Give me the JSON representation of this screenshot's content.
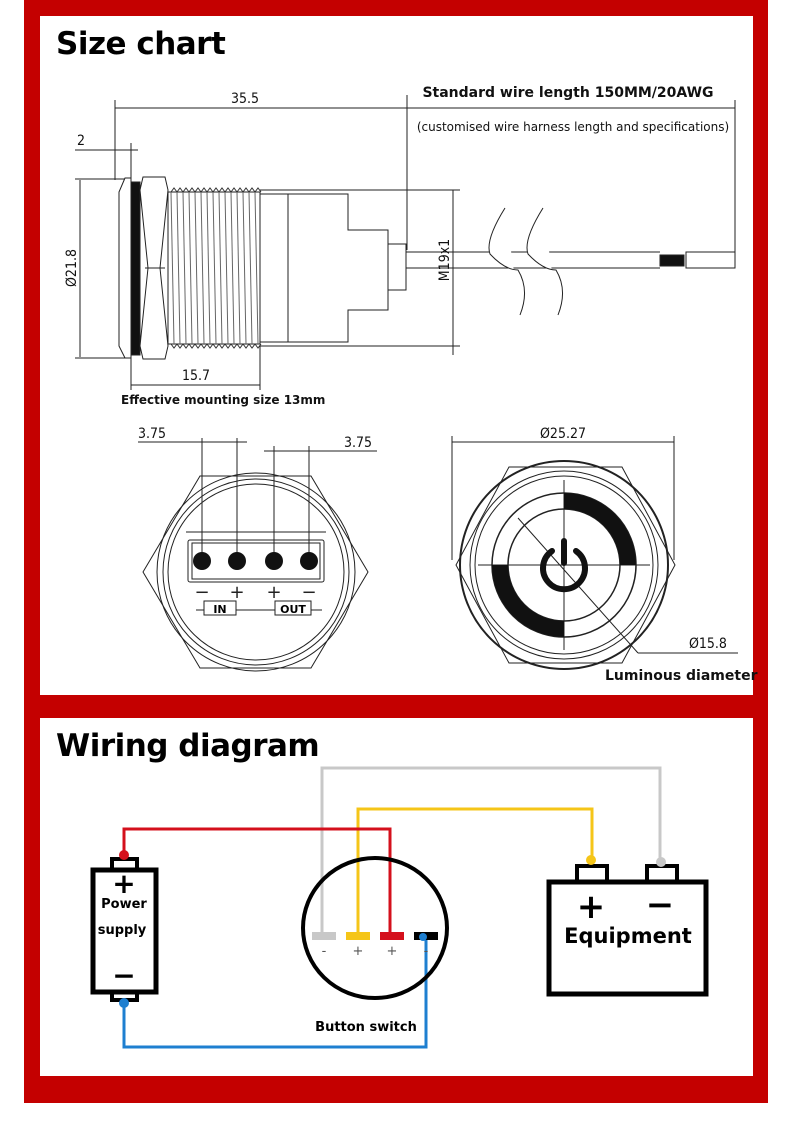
{
  "colors": {
    "frame": "#c40000",
    "wire_red": "#d4101c",
    "wire_yellow": "#f5c518",
    "wire_gray": "#c8c8c8",
    "wire_blue": "#1e7fd0",
    "terminal_black": "#000000"
  },
  "size_chart": {
    "title": "Size chart",
    "side_view": {
      "overall_length": "35.5",
      "bezel_thickness": "2",
      "head_diameter": "Ø21.8",
      "thread_length": "15.7",
      "thread_spec": "M19x1",
      "mounting_note": "Effective mounting size 13mm",
      "wire_note": "Standard wire length 150MM/20AWG",
      "wire_subnote": "(customised wire harness length and specifications)"
    },
    "rear_view": {
      "pin_pitch_left": "3.75",
      "pin_pitch_right": "3.75",
      "pin_signs": [
        "−",
        "+",
        "+",
        "−"
      ],
      "label_in": "IN",
      "label_out": "OUT"
    },
    "front_view": {
      "outer_diameter": "Ø25.27",
      "luminous_diameter_value": "Ø15.8",
      "luminous_diameter_label": "Luminous diameter",
      "icon": "power-icon"
    }
  },
  "wiring": {
    "title": "Wiring diagram",
    "power_supply": {
      "label_line1": "Power",
      "label_line2": "supply",
      "plus": "+",
      "minus": "−"
    },
    "button_switch": {
      "label": "Button switch",
      "terminals": [
        {
          "color": "gray",
          "sign": "-"
        },
        {
          "color": "yellow",
          "sign": "+"
        },
        {
          "color": "red",
          "sign": "+"
        },
        {
          "color": "black",
          "sign": "-"
        }
      ]
    },
    "equipment": {
      "label": "Equipment",
      "plus": "+",
      "minus": "−"
    }
  }
}
